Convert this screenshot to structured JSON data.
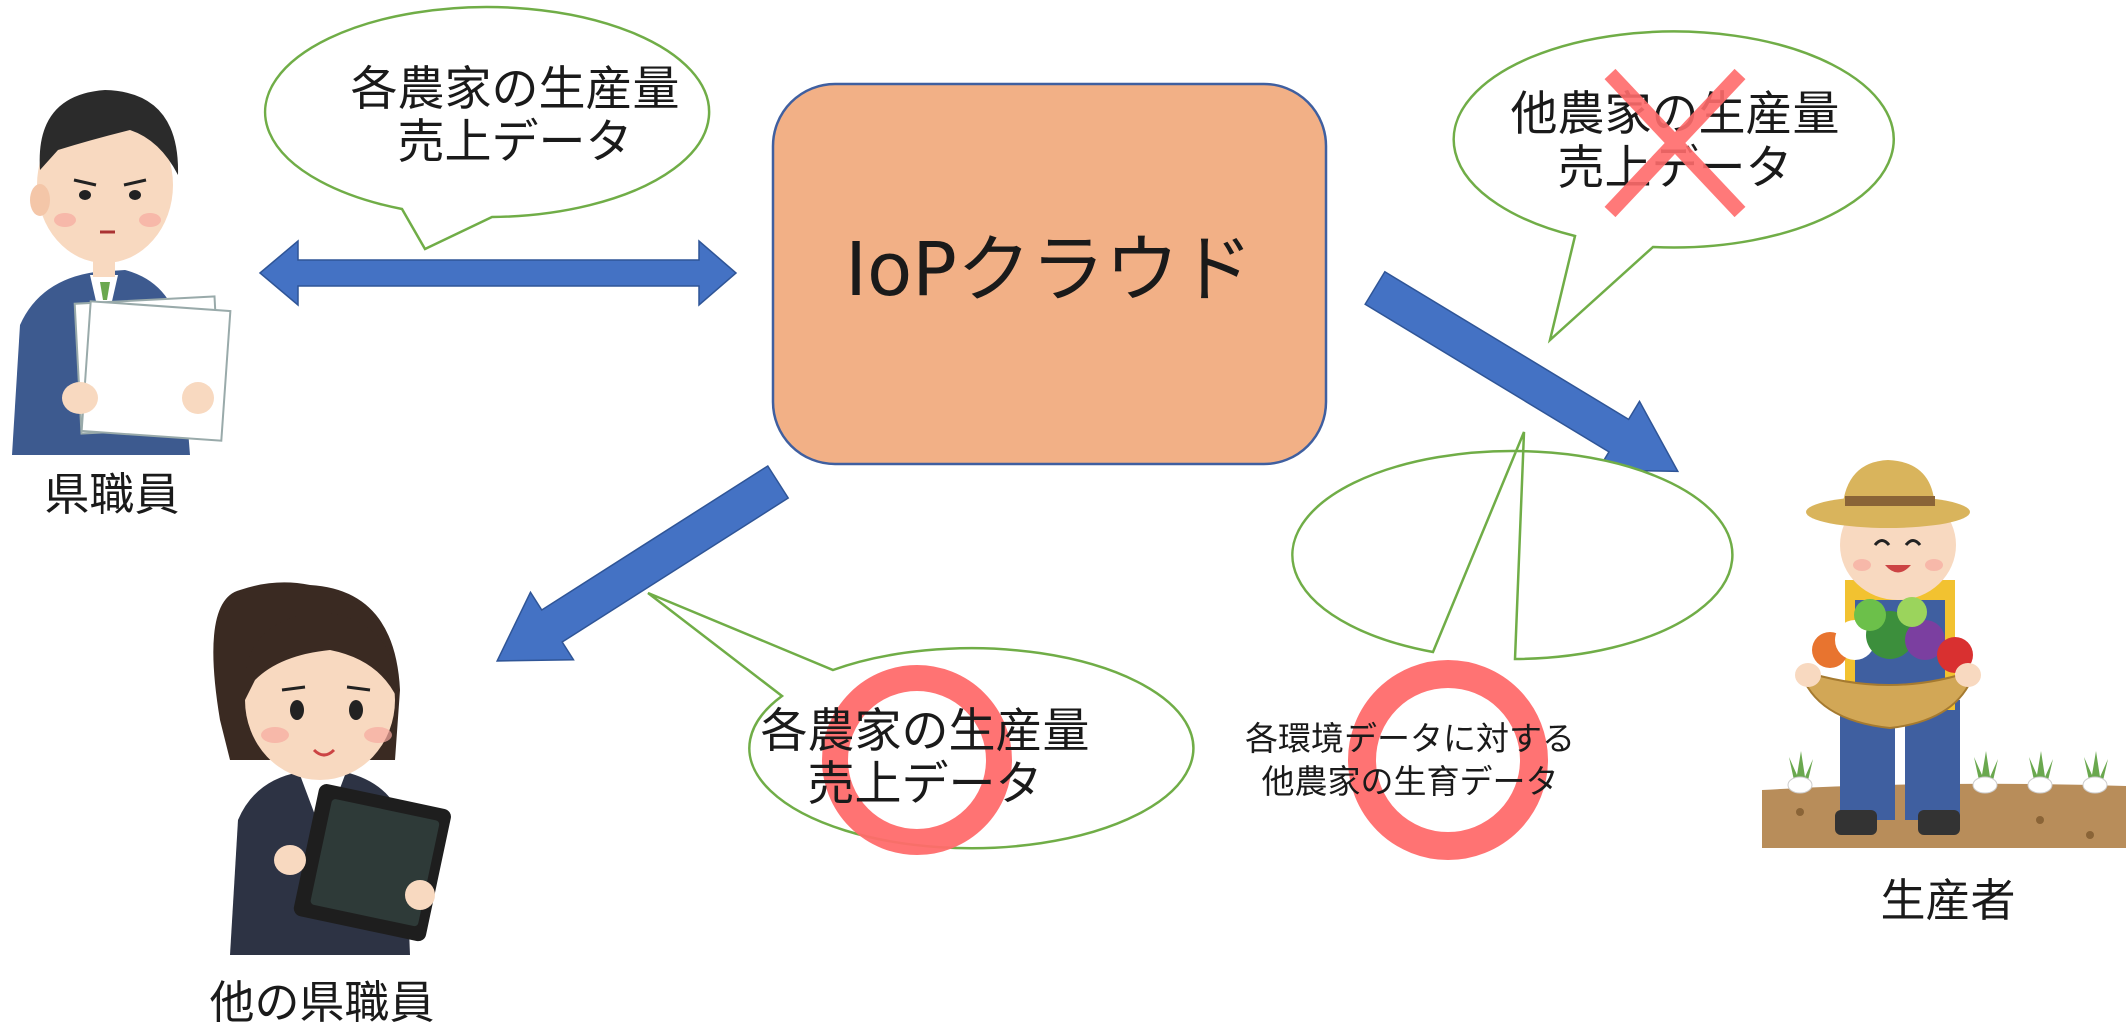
{
  "cloud": {
    "label": "IoPクラウド"
  },
  "people": {
    "prefecture_staff": "県職員",
    "other_prefecture_staff": "他の県職員",
    "producer": "生産者"
  },
  "bubbles": {
    "top_left": {
      "line1": "各農家の生産量",
      "line2": "売上データ"
    },
    "top_right": {
      "line1": "他農家の生産量",
      "line2": "売上データ",
      "status": "not-permitted"
    },
    "bottom_center": {
      "line1": "各農家の生産量",
      "line2": "売上データ",
      "status": "permitted"
    },
    "bottom_right": {
      "line1": "各環境データに対する",
      "line2": "他農家の生育データ",
      "status": "permitted"
    }
  },
  "colors": {
    "cloud_fill": "#f2b086",
    "cloud_border": "#3f5fa0",
    "arrow": "#4472c4",
    "bubble_border": "#70ad47",
    "mark": "#ff6b6b"
  },
  "icons": [
    "male-staff-figure",
    "female-staff-figure",
    "farmer-figure",
    "cross-mark-icon",
    "circle-mark-icon"
  ]
}
